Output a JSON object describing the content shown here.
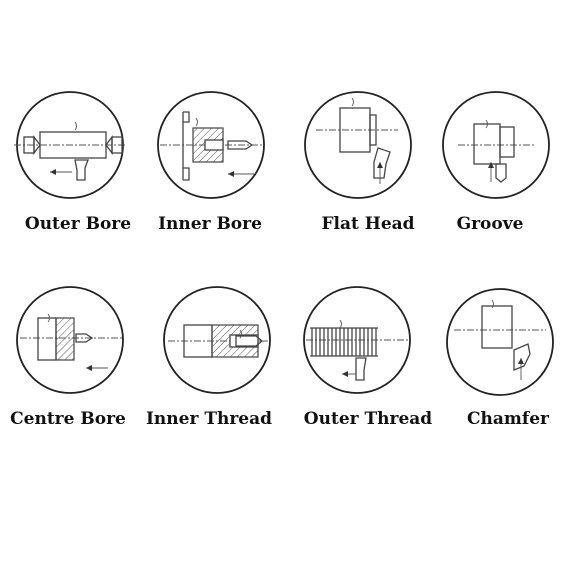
{
  "operations": [
    {
      "id": "outer-bore",
      "label": "Outer Bore",
      "icon": "outer-bore-icon"
    },
    {
      "id": "inner-bore",
      "label": "Inner Bore",
      "icon": "inner-bore-icon"
    },
    {
      "id": "flat-head",
      "label": "Flat Head",
      "icon": "flat-head-icon"
    },
    {
      "id": "groove",
      "label": "Groove",
      "icon": "groove-icon"
    },
    {
      "id": "centre-bore",
      "label": "Centre Bore",
      "icon": "centre-bore-icon"
    },
    {
      "id": "inner-thread",
      "label": "Inner Thread",
      "icon": "inner-thread-icon"
    },
    {
      "id": "outer-thread",
      "label": "Outer Thread",
      "icon": "outer-thread-icon"
    },
    {
      "id": "chamfer",
      "label": "Chamfer",
      "icon": "chamfer-icon"
    }
  ],
  "colors": {
    "line": "#444444",
    "text": "#111111",
    "background": "#ffffff"
  }
}
